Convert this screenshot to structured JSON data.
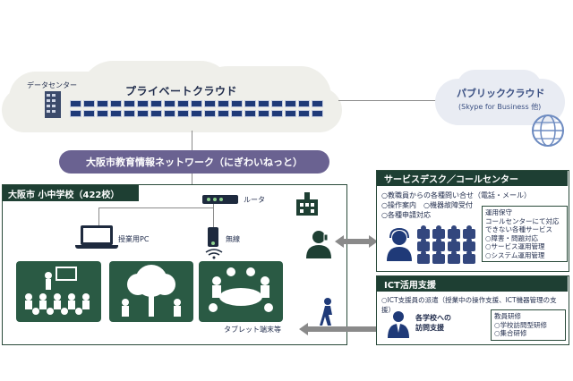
{
  "private_cloud": {
    "title": "プライベートクラウド",
    "datacenter_label": "データセンター",
    "server_rows": 2,
    "servers_per_row": 19
  },
  "public_cloud": {
    "title": "パブリッククラウド",
    "subtitle": "(Skype for Business 他)"
  },
  "network": {
    "label": "大阪市教育情報ネットワーク（にぎわいねっと）"
  },
  "school": {
    "header": "大阪市 小中学校（422校）",
    "router_label": "ルータ",
    "pc_label": "授業用PC",
    "wireless_label": "無線",
    "tablet_label": "タブレット端末等"
  },
  "service_desk": {
    "header": "サービスデスク／コールセンター",
    "items": [
      "○教職員からの各種問い合せ（電話・メール）",
      "○操作案内　○機器故障受付",
      "○各種申請対応"
    ],
    "note": [
      "運用保守",
      "コールセンターにて対応",
      "できない各種サービス",
      "○障害・問題対応",
      "○サービス運用管理",
      "○システム運用管理"
    ]
  },
  "ict_support": {
    "header": "ICT活用支援",
    "items": [
      "○ICT支援員の派遣（授業中の操作支援、ICT機器管理の支援）"
    ],
    "visit_label_1": "各学校への",
    "visit_label_2": "訪問支援",
    "note": [
      "教員研修",
      "○学校訪問型研修",
      "○集合研修"
    ]
  },
  "colors": {
    "dark_green": "#1e3f33",
    "navy": "#1f3a78",
    "network_purple": "#6a6291",
    "cloud_gray": "#efefea"
  }
}
